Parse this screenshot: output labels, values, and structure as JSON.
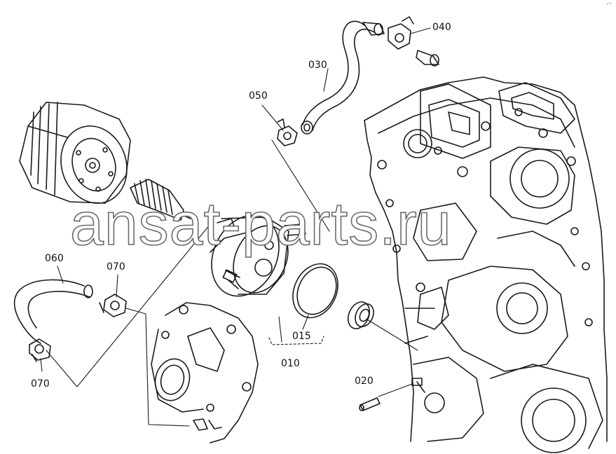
{
  "callouts": {
    "p040": "040",
    "p030": "030",
    "p050": "050",
    "p060": "060",
    "p070_top": "070",
    "p070_bottom": "070",
    "p015": "015",
    "p010": "010",
    "p020": "020"
  },
  "watermark": "ansat-parts.ru",
  "corner_mark": "·⁻"
}
